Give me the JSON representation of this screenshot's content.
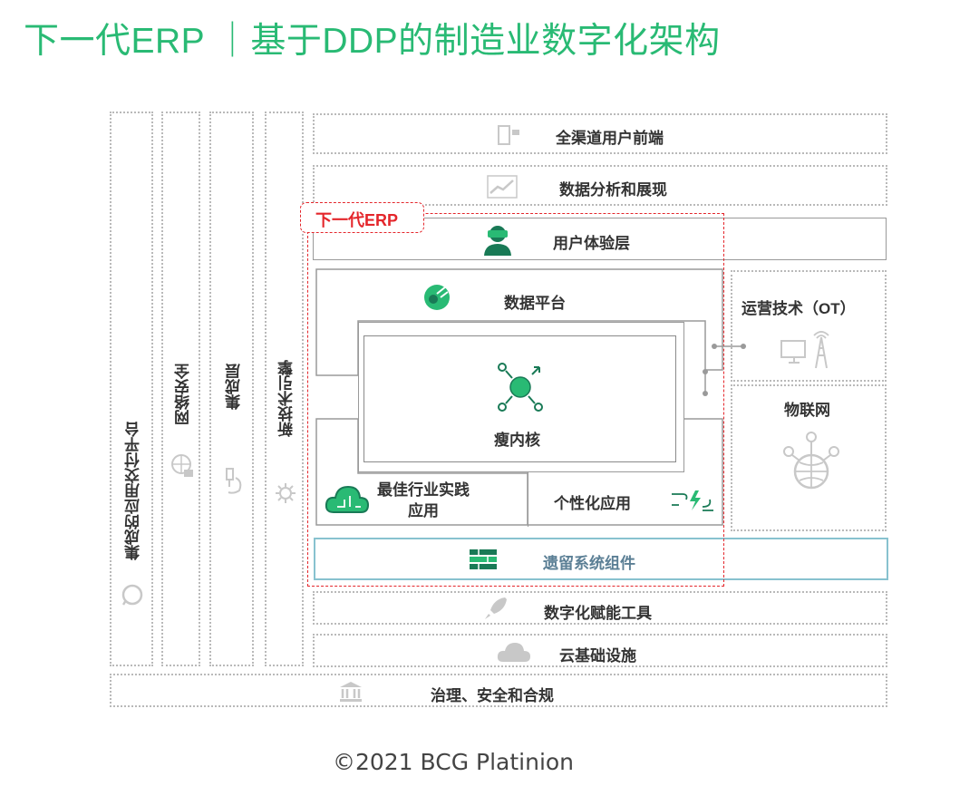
{
  "title": "下一代ERP  ｜基于DDP的制造业数字化架构",
  "footer": "©2021 BCG Platinion",
  "columns": {
    "integrated_delivery": "集成的应用交付平台",
    "network_security": "网络安全",
    "integration_layer": "集成层",
    "new_tech_engine": "新技术引擎"
  },
  "rows": {
    "omnichannel_frontend": "全渠道用户前端",
    "data_analytics": "数据分析和展现",
    "user_experience": "用户体验层",
    "data_platform": "数据平台",
    "thin_core": "瘦内核",
    "best_practice": "最佳行业实践\n应用",
    "personalized_apps": "个性化应用",
    "legacy_components": "遗留系统组件",
    "digital_tools": "数字化赋能工具",
    "cloud_infra": "云基础设施",
    "governance": "治理、安全和合规"
  },
  "side": {
    "ot": "运营技术（OT）",
    "iot": "物联网"
  },
  "erp_tag": "下一代ERP",
  "colors": {
    "accent_green": "#29ba74",
    "dark_green": "#197a56",
    "erp_red": "#e4262b",
    "legacy_border": "#88c2cf",
    "legacy_text": "#5b7f95"
  }
}
